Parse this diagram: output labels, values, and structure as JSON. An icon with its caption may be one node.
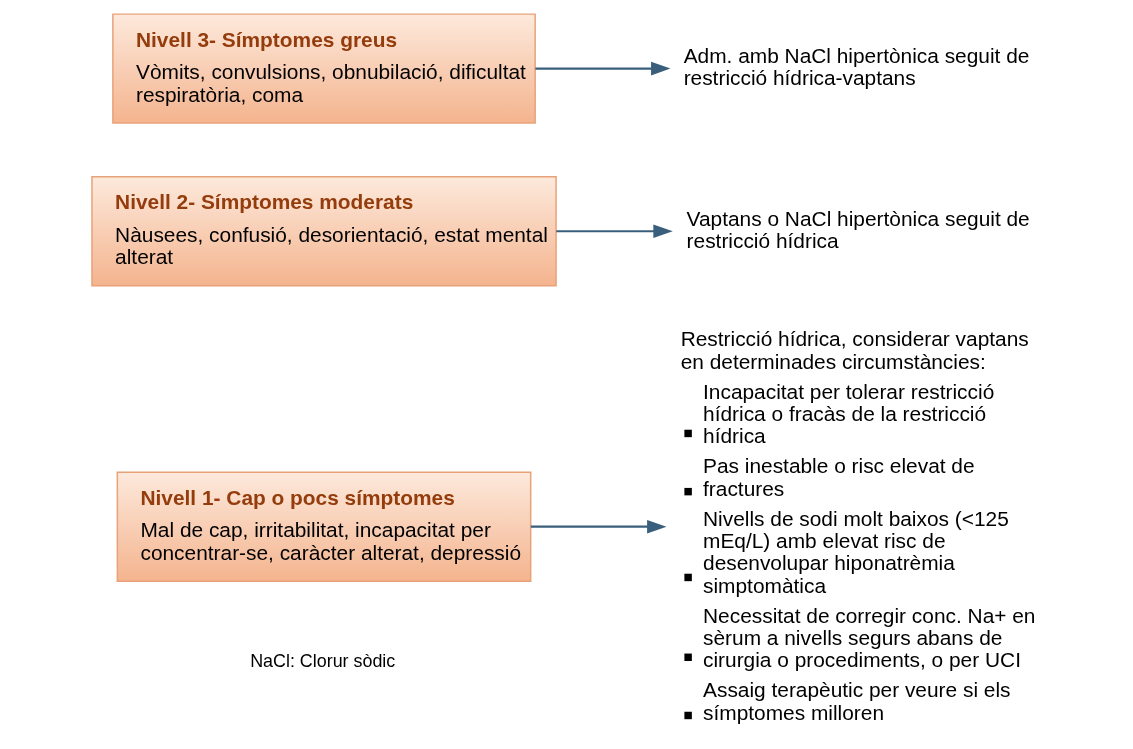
{
  "diagram": {
    "nodes": [
      {
        "text": [
          "Nivell 3- Símptomes greus",
          "Vòmits, convulsions, obnubilació, dificultat respiratòria, coma"
        ]
      },
      {
        "text": [
          "Adm. amb NaCl hipertònica seguit de restricció hídrica-vaptans"
        ]
      },
      {
        "text": [
          "Nivell 2- Símptomes moderats",
          "Nàusees, confusió, desorientació, estat mental alterat"
        ]
      },
      {
        "text": [
          "Vaptans o NaCl hipertònica seguit de restricció hídrica"
        ]
      },
      {
        "text": [
          "Nivell 1- Cap o pocs símptomes",
          "Mal de cap, irritabilitat, incapacitat per concentrar-se, caràcter alterat, depressió"
        ]
      },
      {
        "text": [
          "Restricció hídrica, considerar vaptans en determinades circumstàncies:",
          "Incapacitat per tolerar restricció hídrica o fracàs de la restricció hídrica",
          "Pas inestable o risc elevat de fractures",
          "Nivells de sodi molt baixos (<125 mEq/L) amb elevat risc de desenvolupar hiponatrèmia simptomàtica",
          "Necessitat de corregir conc. Na+ en sèrum a nivells segurs abans de cirurgia o procediments, o per UCI",
          "Assaig terapèutic per veure si els símptomes milloren"
        ]
      }
    ],
    "edges": [
      {
        "from": 0,
        "to": 1,
        "arrow": "to"
      },
      {
        "from": 2,
        "to": 3,
        "arrow": "to"
      },
      {
        "from": 4,
        "to": 5,
        "arrow": "to"
      }
    ],
    "labels": [
      "NaCl: Clorur sòdic"
    ]
  }
}
